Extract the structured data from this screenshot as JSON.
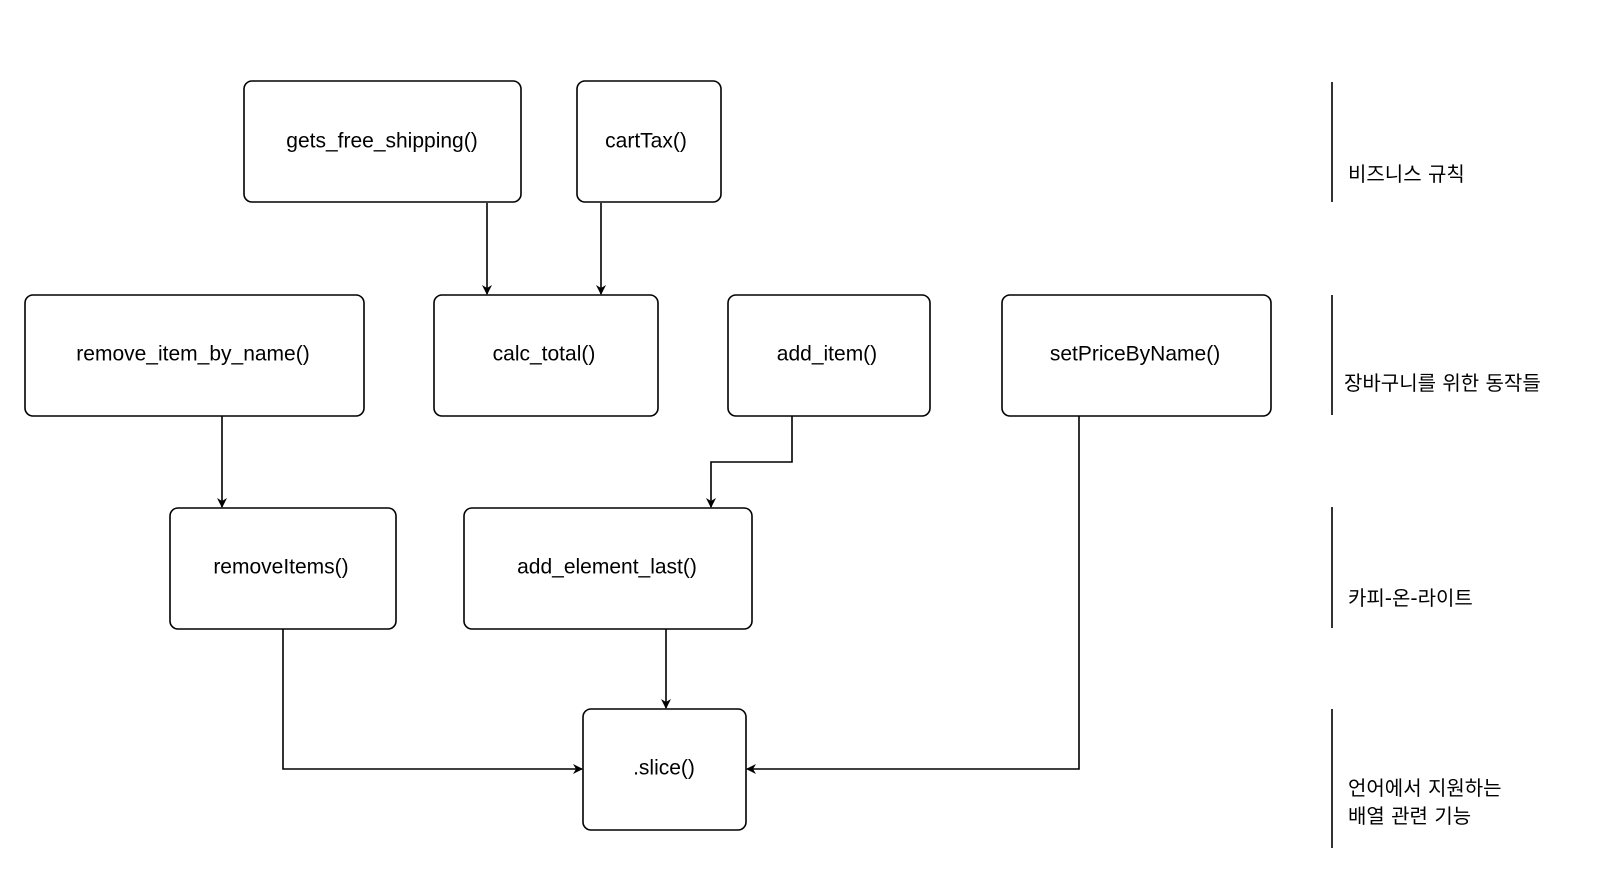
{
  "nodes": {
    "gets_free_shipping": "gets_free_shipping()",
    "cartTax": "cartTax()",
    "remove_item_by_name": "remove_item_by_name()",
    "calc_total": "calc_total()",
    "add_item": "add_item()",
    "setPriceByName": "setPriceByName()",
    "removeItems": "removeItems()",
    "add_element_last": "add_element_last()",
    "slice": ".slice()"
  },
  "layers": {
    "business_rules": "비즈니스 규칙",
    "cart_operations": "장바구니를 위한 동작들",
    "copy_on_write": "카피-온-라이트",
    "language_array_line1": "언어에서 지원하는",
    "language_array_line2": "배열 관련 기능"
  }
}
